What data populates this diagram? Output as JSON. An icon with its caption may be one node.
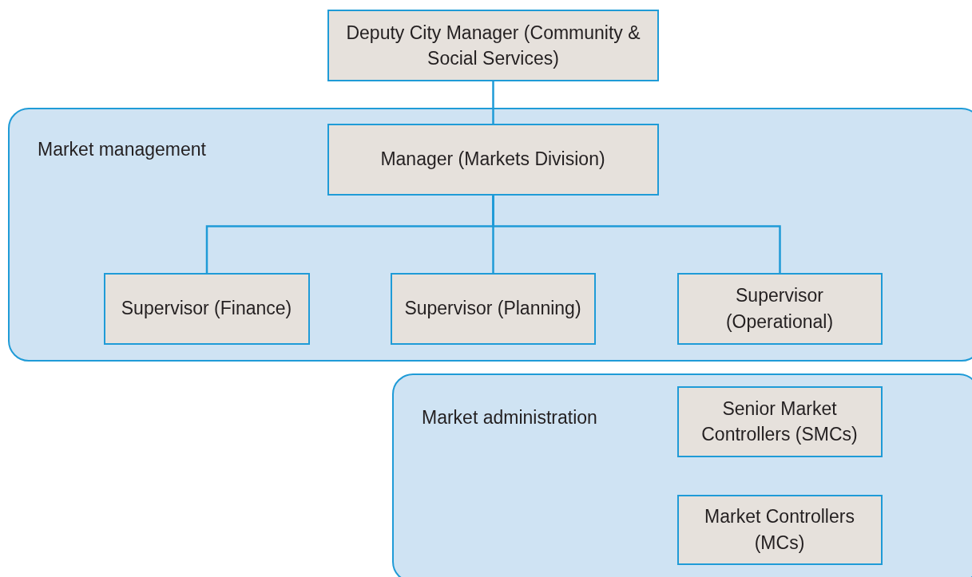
{
  "diagram": {
    "nodes": [
      {
        "text": [
          "Deputy City Manager (Community & Social Services)"
        ]
      },
      {
        "text": [
          "Market management"
        ]
      },
      {
        "text": [
          "Manager (Markets Division)"
        ],
        "in": 1
      },
      {
        "text": [
          "Supervisor (Finance)"
        ],
        "in": 1
      },
      {
        "text": [
          "Supervisor (Planning)"
        ],
        "in": 1
      },
      {
        "text": [
          "Supervisor (Operational)"
        ],
        "in": 1
      },
      {
        "text": [
          "Market administration"
        ]
      },
      {
        "text": [
          "Senior Market Controllers (SMCs)"
        ],
        "in": 6
      },
      {
        "text": [
          "Market Controllers (MCs)"
        ],
        "in": 6
      }
    ],
    "edges": [
      {
        "from": 0,
        "to": 2,
        "arrow": "none"
      },
      {
        "from": 2,
        "to": 3,
        "arrow": "none"
      },
      {
        "from": 2,
        "to": 4,
        "arrow": "none"
      },
      {
        "from": 2,
        "to": 5,
        "arrow": "none"
      }
    ]
  }
}
